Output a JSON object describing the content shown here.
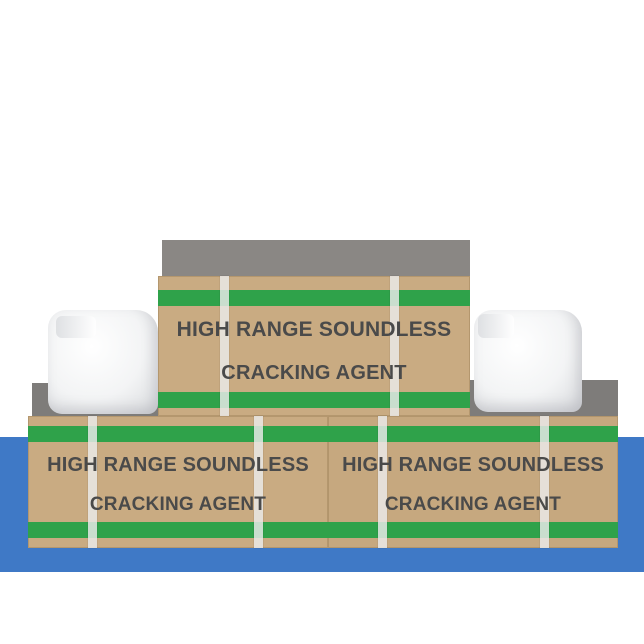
{
  "scene": {
    "description_colors": {
      "background": "#ffffff",
      "band": "#3f79c6",
      "carton": "#c9ab82",
      "stripe": "#2fa24a",
      "text": "#4a4a4a"
    }
  },
  "boxes": {
    "top": {
      "line1": "HIGH RANGE SOUNDLESS",
      "line2": "CRACKING AGENT"
    },
    "bottom_left": {
      "line1": "HIGH RANGE SOUNDLESS",
      "line2": "CRACKING AGENT"
    },
    "bottom_right": {
      "line1": "HIGH RANGE SOUNDLESS",
      "line2": "CRACKING AGENT"
    }
  }
}
